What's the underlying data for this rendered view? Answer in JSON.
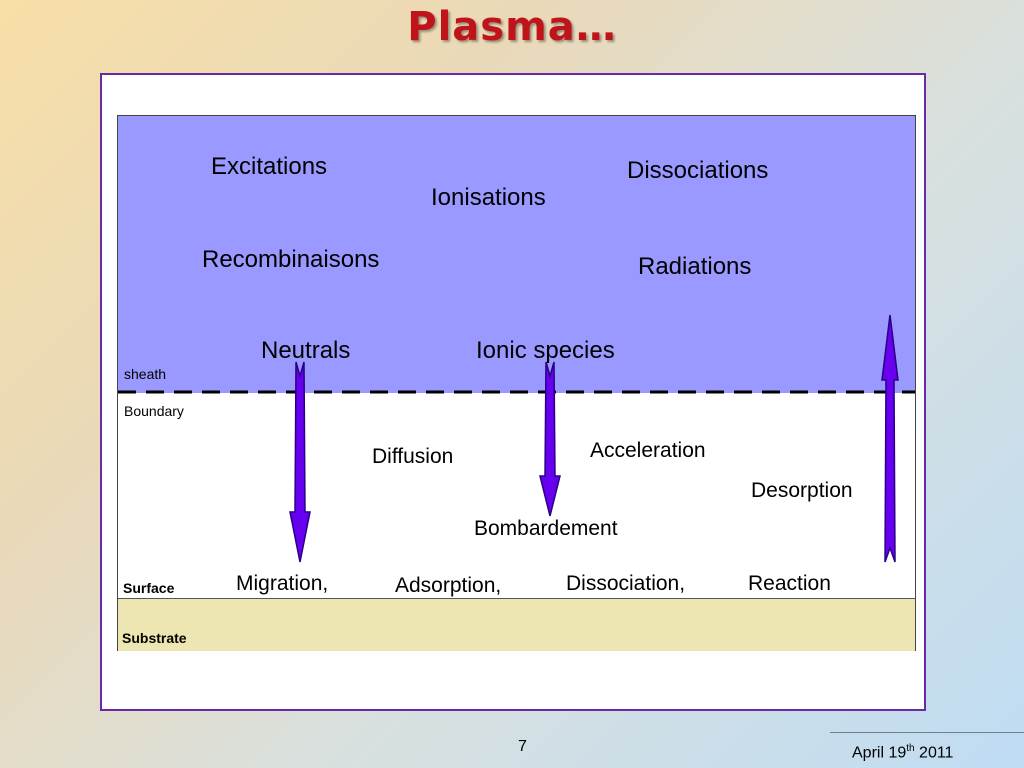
{
  "title": "Plasma…",
  "plasma": {
    "excitations": "Excitations",
    "dissociations": "Dissociations",
    "ionisations": "Ionisations",
    "recombinaisons": "Recombinaisons",
    "radiations": "Radiations",
    "neutrals": "Neutrals",
    "ionic_species": "Ionic species"
  },
  "zones": {
    "sheath": "sheath",
    "boundary": "Boundary",
    "surface": "Surface",
    "substrate": "Substrate"
  },
  "boundary_processes": {
    "diffusion": "Diffusion",
    "acceleration": "Acceleration",
    "desorption": "Desorption",
    "bombardement": "Bombardement"
  },
  "surface_processes": {
    "migration": "Migration,",
    "adsorption": "Adsorption,",
    "dissociation": "Dissociation,",
    "reaction": "Reaction"
  },
  "colors": {
    "plasma": "#9999ff",
    "substrate": "#eee6b2",
    "arrow": "#6600ee",
    "title": "#c0141b"
  },
  "footer": {
    "page_number": "7",
    "date_prefix": "April 19",
    "date_sup": "th",
    "date_suffix": " 2011"
  }
}
